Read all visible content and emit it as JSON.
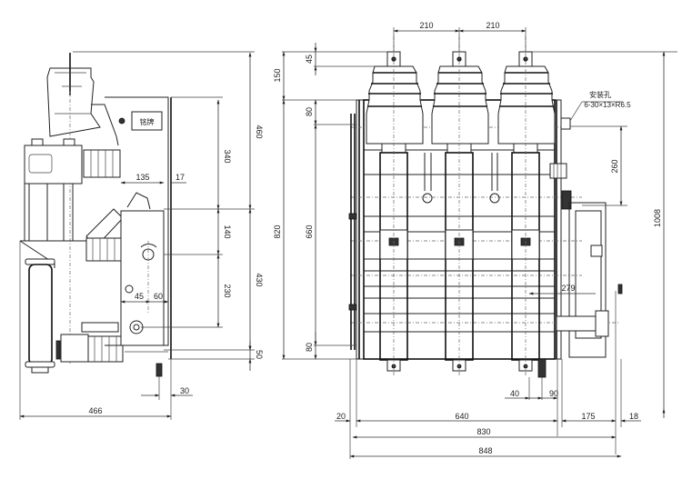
{
  "drawing": {
    "title": "Load break switch dimension drawing",
    "side_view": {
      "nameplate_label": "铭牌",
      "dimensions": {
        "total_height": "460",
        "upper_height": "340",
        "mid_height": "140",
        "lower_height": "230",
        "lower_total": "430",
        "base_height": "50",
        "depth_135": "135",
        "offset_17": "17",
        "shaft_45": "45",
        "shaft_60": "60",
        "bottom_30": "30",
        "total_depth": "466"
      }
    },
    "front_view": {
      "mounting_hole_title": "安装孔",
      "mounting_hole_spec": "6-30×13×R6.5",
      "dimensions": {
        "phase_spacing_1": "210",
        "phase_spacing_2": "210",
        "terminal_45": "45",
        "top_150": "150",
        "upper_80": "80",
        "height_820": "820",
        "height_660": "660",
        "lower_80": "80",
        "right_260": "260",
        "total_height_1008": "1008",
        "depth_279": "279",
        "bottom_40": "40",
        "bottom_90": "90",
        "left_20": "20",
        "width_640": "640",
        "right_175": "175",
        "right_18": "18",
        "width_830": "830",
        "width_848": "848"
      }
    }
  }
}
